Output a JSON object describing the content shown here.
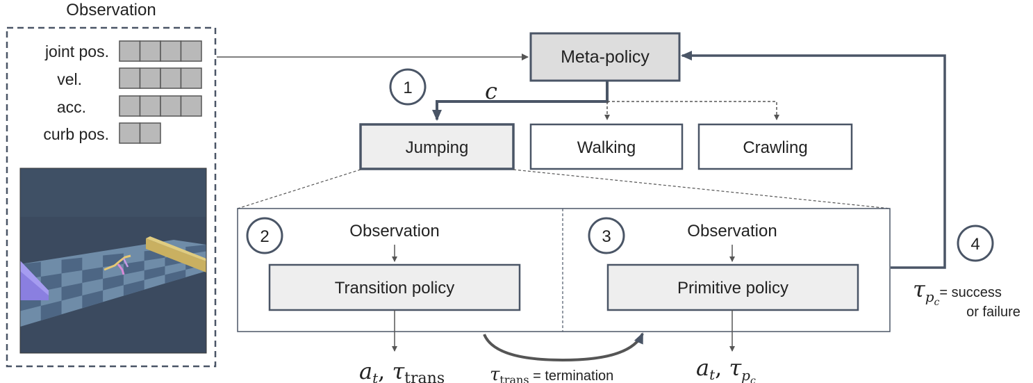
{
  "observation_panel": {
    "title": "Observation",
    "features": [
      {
        "label": "joint pos.",
        "cells": 4
      },
      {
        "label": "vel.",
        "cells": 4
      },
      {
        "label": "acc.",
        "cells": 4
      },
      {
        "label": "curb pos.",
        "cells": 2
      }
    ]
  },
  "meta_policy": {
    "label": "Meta-policy"
  },
  "step_markers": [
    "1",
    "2",
    "3",
    "4"
  ],
  "choice_symbol": "c",
  "primitives": [
    "Jumping",
    "Walking",
    "Crawling"
  ],
  "detail": {
    "left_observation": "Observation",
    "right_observation": "Observation",
    "transition_policy": "Transition policy",
    "primitive_policy": "Primitive policy"
  },
  "outputs": {
    "transition_output": {
      "a": "a",
      "a_sub": "t",
      "sep": ", ",
      "tau": "τ",
      "tau_sub": "trans"
    },
    "termination": {
      "tau": "τ",
      "tau_sub": "trans",
      "text": " = termination"
    },
    "primitive_output": {
      "a": "a",
      "a_sub": "t",
      "sep": ", ",
      "tau": "τ",
      "tau_sub": "p",
      "tau_subsub": "c"
    }
  },
  "feedback": {
    "tau": "τ",
    "tau_sub": "p",
    "tau_subsub": "c",
    "line1": "= success",
    "line2": "or failure"
  },
  "colors": {
    "box_fill": "#eeeeee",
    "meta_fill": "#dddddd",
    "stroke": "#4a5566",
    "cell_fill": "#b9b9b9",
    "scene_bg": "#3b4a5f"
  }
}
